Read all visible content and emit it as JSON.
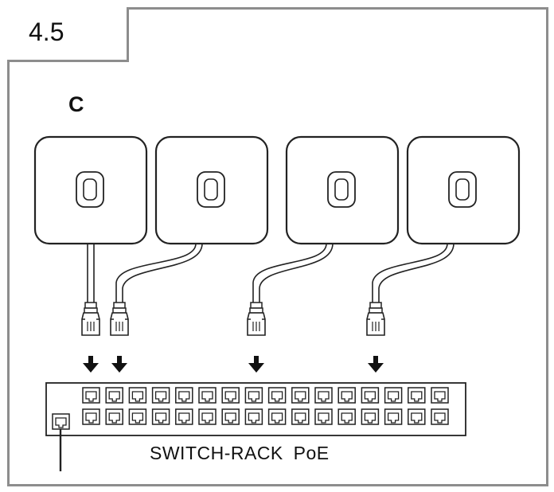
{
  "step_number": "4.5",
  "panel_letter": "C",
  "switch_label": "SWITCH-RACK  PoE",
  "icons": [
    "access-point-icon",
    "ethernet-plug-icon",
    "arrow-down-icon",
    "rj45-port-icon"
  ],
  "colors": {
    "line": "#222222",
    "frame": "#8d8d8d"
  }
}
